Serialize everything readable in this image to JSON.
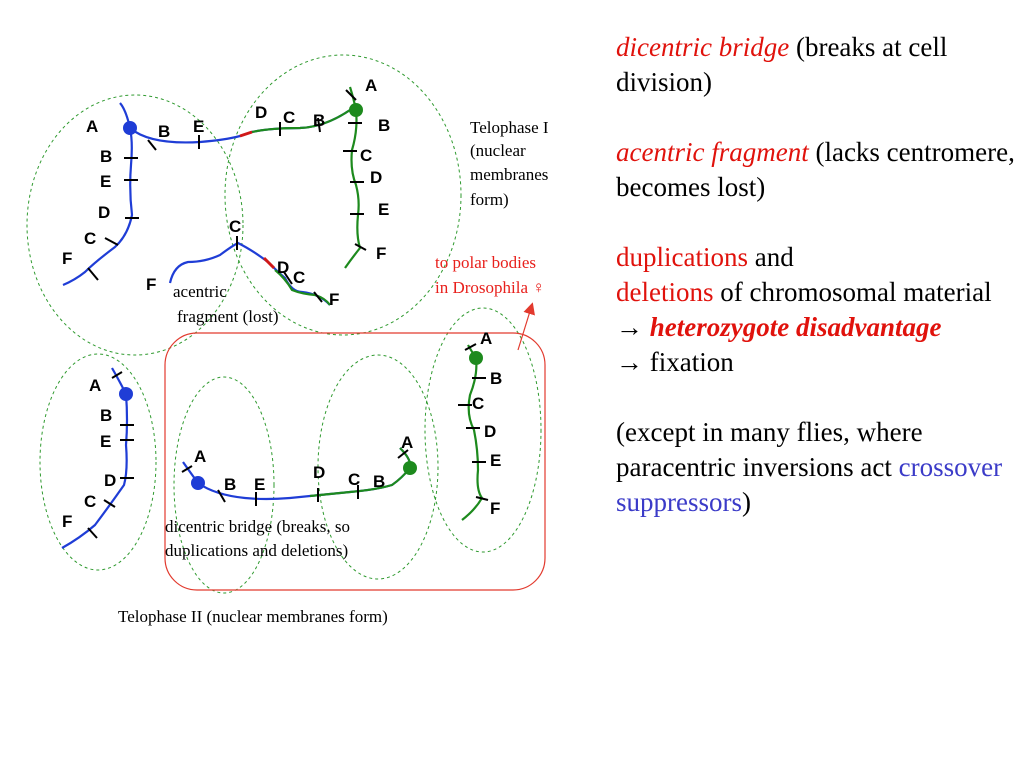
{
  "diagram": {
    "telophase1": [
      "Telophase I",
      "(nuclear",
      "membranes",
      "form)"
    ],
    "polar": [
      "to polar bodies",
      "in Drosophila ♀"
    ],
    "acentric_caption": [
      "acentric",
      "fragment (lost)"
    ],
    "bridge_caption": [
      "dicentric bridge (breaks, so",
      "duplications and deletions)"
    ],
    "telophase2": "Telophase II (nuclear membranes form)",
    "colors": {
      "blue_chromosome": "#1f3dd6",
      "green_chromosome": "#1d8a1d",
      "ellipse": "#2f9a2f",
      "box": "#e23a2e"
    }
  },
  "notes": {
    "dicentric_term": "dicentric bridge",
    "dicentric_rest": " (breaks at cell division)",
    "acentric_term": "acentric fragment",
    "acentric_rest": " (lacks centromere, becomes lost)",
    "duplications": "duplications",
    "and": " and",
    "deletions": "deletions",
    "chromosomal": " of chromosomal material",
    "arrow1": "→ ",
    "heterozygote": "heterozygote disadvantage",
    "arrow2": "→ ",
    "fixation": "fixation",
    "except": "(except in many flies, where paracentric inversions act ",
    "crossover": "crossover suppressors",
    "close": ")"
  }
}
